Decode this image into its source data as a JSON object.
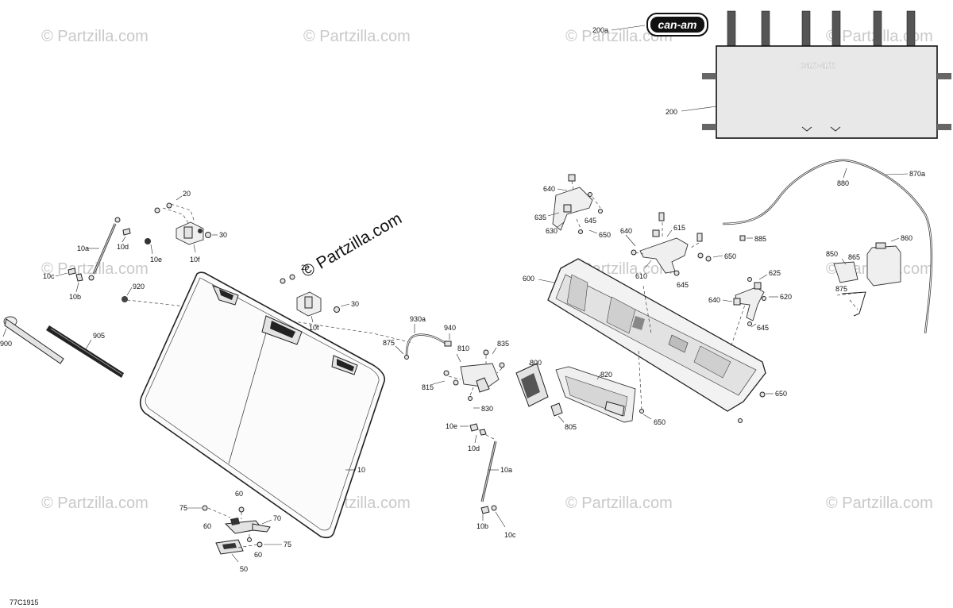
{
  "watermarks": {
    "copyright": "© Partzilla.com",
    "main": "© Partzilla.com"
  },
  "brand": {
    "logo_text": "can-am",
    "net_logo_text": "can-am"
  },
  "diagram_code": "77C1915",
  "labels": {
    "l200a": "200a",
    "l200": "200",
    "l870a": "870a",
    "l880": "880",
    "l885": "885",
    "l860": "860",
    "l850": "850",
    "l865": "865",
    "l875r": "875",
    "l20a": "20",
    "l30a": "30",
    "l10f_a": "10f",
    "l10e_a": "10e",
    "l10d_a": "10d",
    "l10a_a": "10a",
    "l10c_a": "10c",
    "l10b_a": "10b",
    "l920": "920",
    "l20b": "20",
    "l30b": "30",
    "l10f_b": "10f",
    "l900": "900",
    "l905": "905",
    "l10": "10",
    "l60a": "60",
    "l75a": "75",
    "l70": "70",
    "l60b": "60",
    "l75b": "75",
    "l60c": "60",
    "l50": "50",
    "l930a": "930a",
    "l940": "940",
    "l875": "875",
    "l810": "810",
    "l835": "835",
    "l815": "815",
    "l800": "800",
    "l830": "830",
    "l805": "805",
    "l820": "820",
    "l10e_b": "10e",
    "l10d_b": "10d",
    "l10a_b": "10a",
    "l10b_b": "10b",
    "l10c_b": "10c",
    "l640a": "640",
    "l635": "635",
    "l630": "630",
    "l645a": "645",
    "l650a": "650",
    "l640b": "640",
    "l615": "615",
    "l610": "610",
    "l650b": "650",
    "l645b": "645",
    "l600": "600",
    "l625": "625",
    "l620": "620",
    "l640c": "640",
    "l645c": "645",
    "l650c": "650",
    "l650d": "650"
  }
}
